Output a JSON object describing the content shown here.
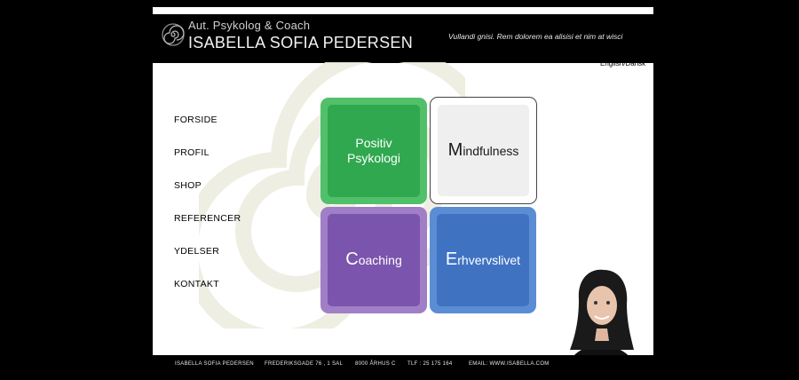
{
  "header": {
    "subtitle": "Aut. Psykolog & Coach",
    "name": "ISABELLA SOFIA PEDERSEN",
    "tagline": "Vullandi gnisi. Rem dolorem ea alisisi et nim at wisci"
  },
  "language_link": "English/Dansk",
  "nav": {
    "items": [
      "FORSIDE",
      "PROFIL",
      "SHOP",
      "REFERENCER",
      "YDELSER",
      "KONTAKT"
    ]
  },
  "tiles": {
    "positiv": {
      "line1": "Positiv",
      "line2": "Psykologi",
      "color": "#2fa84f"
    },
    "mindfulness": {
      "initial": "M",
      "rest": "indfulness",
      "color": "#efefef"
    },
    "coaching": {
      "initial": "C",
      "rest": "oaching",
      "color": "#7b54ad"
    },
    "erhverv": {
      "initial": "E",
      "rest": "rhvervslivet",
      "color": "#3f73c2"
    }
  },
  "footer": {
    "name": "ISABELLA SOFIA PEDERSEN",
    "address": "FREDERIKSGADE 76 , 1 SAL",
    "city": "8000 ÅRHUS C",
    "phone": "TLF : 25 175 164",
    "email": "EMAIL: WWW.ISABELLA.COM"
  },
  "colors": {
    "background": "#000000",
    "page": "#ffffff",
    "watermark": "#ececdf"
  }
}
